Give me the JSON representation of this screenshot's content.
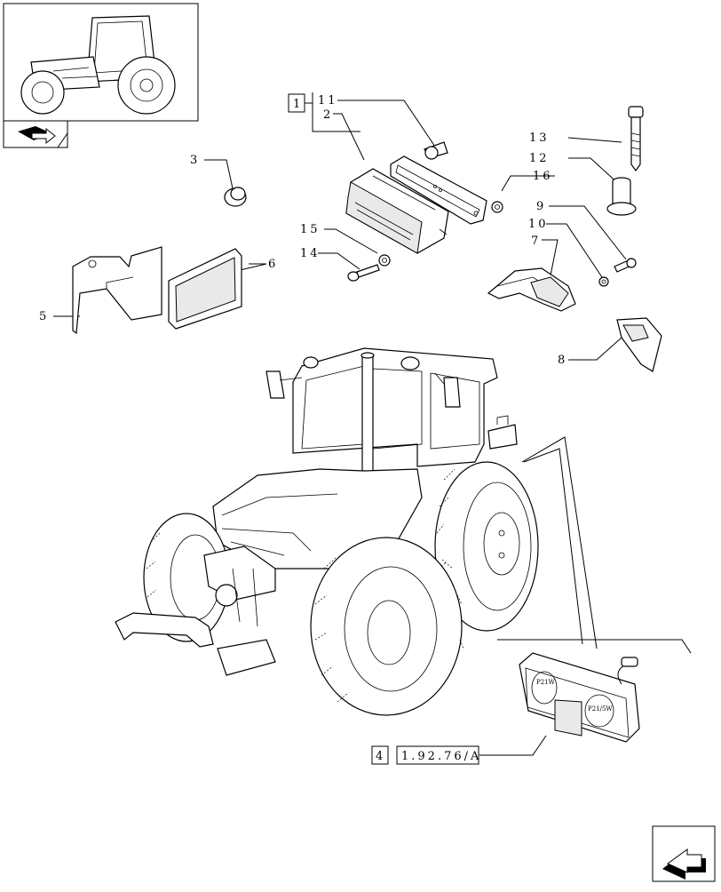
{
  "callouts": {
    "c1": "1",
    "c2": "2",
    "c3": "3",
    "c5": "5",
    "c6": "6",
    "c7": "7",
    "c8": "8",
    "c9": "9",
    "c10": "10",
    "c11": "11",
    "c12": "12",
    "c13": "13",
    "c14": "14",
    "c15": "15",
    "c16": "16"
  },
  "reference": {
    "box_number": "4",
    "code": "1.92.76/A"
  },
  "lamp_labels": {
    "left": "P21W",
    "right": "P21/5W"
  },
  "icons": {
    "thumbnail": "tractor-thumbnail-icon",
    "book": "book-arrow-icon",
    "next": "next-page-arrow-icon"
  }
}
